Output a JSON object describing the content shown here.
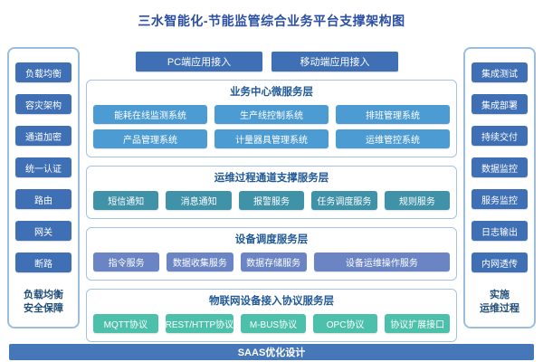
{
  "title": "三水智能化-节能监管综合业务平台支撑架构图",
  "access_buttons": [
    "PC端应用接入",
    "移动端应用接入"
  ],
  "left_panel": {
    "nodes": [
      "负载均衡",
      "容灾架构",
      "通道加密",
      "统一认证",
      "路由",
      "网关",
      "断路"
    ],
    "caption": [
      "负载均衡",
      "安全保障"
    ]
  },
  "right_panel": {
    "nodes": [
      "集成测试",
      "集成部署",
      "持续交付",
      "数据监控",
      "服务监控",
      "日志输出",
      "内网透传"
    ],
    "caption": [
      "实施",
      "运维过程"
    ]
  },
  "sections": [
    {
      "title": "业务中心微服务层",
      "button_color": "#4c9cd3",
      "rows": [
        [
          "能耗在线监测系统",
          "生产线控制系统",
          "排班管理系统"
        ],
        [
          "产品管理系统",
          "计量器具管理系统",
          "运维管控系统"
        ]
      ]
    },
    {
      "title": "运维过程通道支撑服务层",
      "button_color": "#4092a8",
      "rows": [
        [
          "短信通知",
          "消息通知",
          "报警服务",
          "任务调度服务",
          "规则服务"
        ]
      ]
    },
    {
      "title": "设备调度服务层",
      "button_color": "#6a84c4",
      "rows": [
        [
          "指令服务",
          "数据收集服务",
          "数据存储服务",
          "设备运维操作服务"
        ]
      ]
    },
    {
      "title": "物联网设备接入协议服务层",
      "button_color": "#4dc0ab",
      "rows": [
        [
          "MQTT协议",
          "REST/HTTP协议",
          "M-BUS协议",
          "OPC协议",
          "协议扩展接口"
        ]
      ]
    }
  ],
  "bottom_bar": "SAAS优化设计",
  "colors": {
    "primary_button": "#3f70b5",
    "bottom_bar": "#4677b8",
    "panel_border": "#9cbede",
    "section_border": "#a6c3e3",
    "title_text": "#2b4fa3",
    "section_title_text": "#215a96",
    "caption_text": "#1f4e79"
  }
}
